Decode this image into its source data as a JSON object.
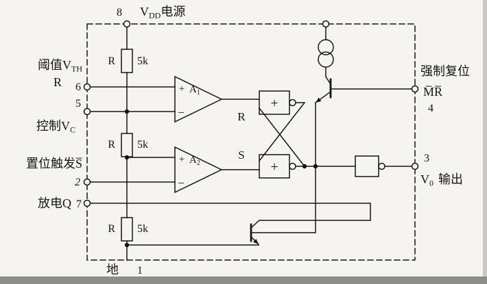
{
  "pins": {
    "p8_num": "8",
    "p8_label_main": "V",
    "p8_label_sub": "DD",
    "p8_label_rest": "电源",
    "p6_label_main": "阈值V",
    "p6_label_sub": "TH",
    "p6_label_line2": "R",
    "p6_num": "6",
    "p5_num": "5",
    "p5_label_main": "控制V",
    "p5_label_sub": "C",
    "p2_label": "置位触发S̅",
    "p2_num": "2",
    "p7_label": "放电Q",
    "p7_num": "7",
    "p1_label": "地",
    "p1_num": "1",
    "p4_label": "强制复位",
    "p4_label2": "M̅R̅",
    "p4_num": "4",
    "p3_num": "3",
    "p3_label_main": "V",
    "p3_label_sub": "0",
    "p3_label_rest": "输出"
  },
  "components": {
    "r1_name": "R",
    "r1_value": "5k",
    "r2_name": "R",
    "r2_value": "5k",
    "r3_name": "R",
    "r3_value": "5k",
    "a1_plus": "+",
    "a1_name": "A",
    "a1_sub": "1",
    "a1_minus": "−",
    "a2_plus": "+",
    "a2_name": "A",
    "a2_sub": "2",
    "a2_minus": "−",
    "ff_r": "R",
    "ff_s": "S",
    "gate1_symbol": "+",
    "gate2_symbol": "+"
  },
  "colors": {
    "ink": "#151515",
    "paper": "#f5f4f0",
    "scan_edge": "#8d8d8a"
  }
}
